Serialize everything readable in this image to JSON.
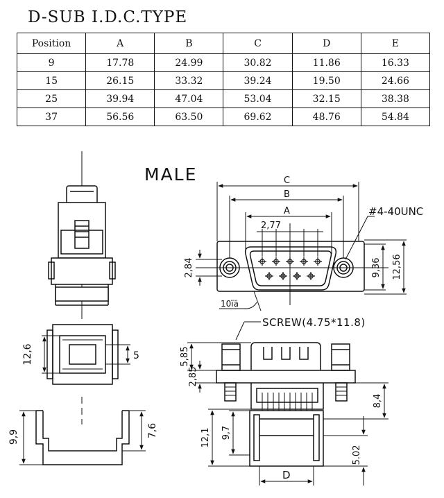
{
  "title": "D-SUB I.D.C.TYPE",
  "table": {
    "headers": [
      "Position",
      "A",
      "B",
      "C",
      "D",
      "E"
    ],
    "rows": [
      [
        "9",
        "17.78",
        "24.99",
        "30.82",
        "11.86",
        "16.33"
      ],
      [
        "15",
        "26.15",
        "33.32",
        "39.24",
        "19.50",
        "24.66"
      ],
      [
        "25",
        "39.94",
        "47.04",
        "53.04",
        "32.15",
        "38.38"
      ],
      [
        "37",
        "56.56",
        "63.50",
        "69.62",
        "48.76",
        "54.84"
      ]
    ]
  },
  "drawing": {
    "view_label": "MALE",
    "dims": {
      "c": "C",
      "b": "B",
      "a": "A",
      "pitch": "2,77",
      "thread": "#4-40UNC",
      "hole": "2,84",
      "d936": "9,36",
      "d1256": "12,56",
      "angle": "10ïä",
      "screw": "SCREW(4.75*11.8)",
      "d585": "5,85",
      "d285": "2,85",
      "d84": "8,4",
      "d97": "9,7",
      "d121": "12,1",
      "d502": "5.02",
      "d": "D",
      "d126": "12,6",
      "d5": "5",
      "d99": "9,9",
      "d76": "7,6"
    }
  }
}
